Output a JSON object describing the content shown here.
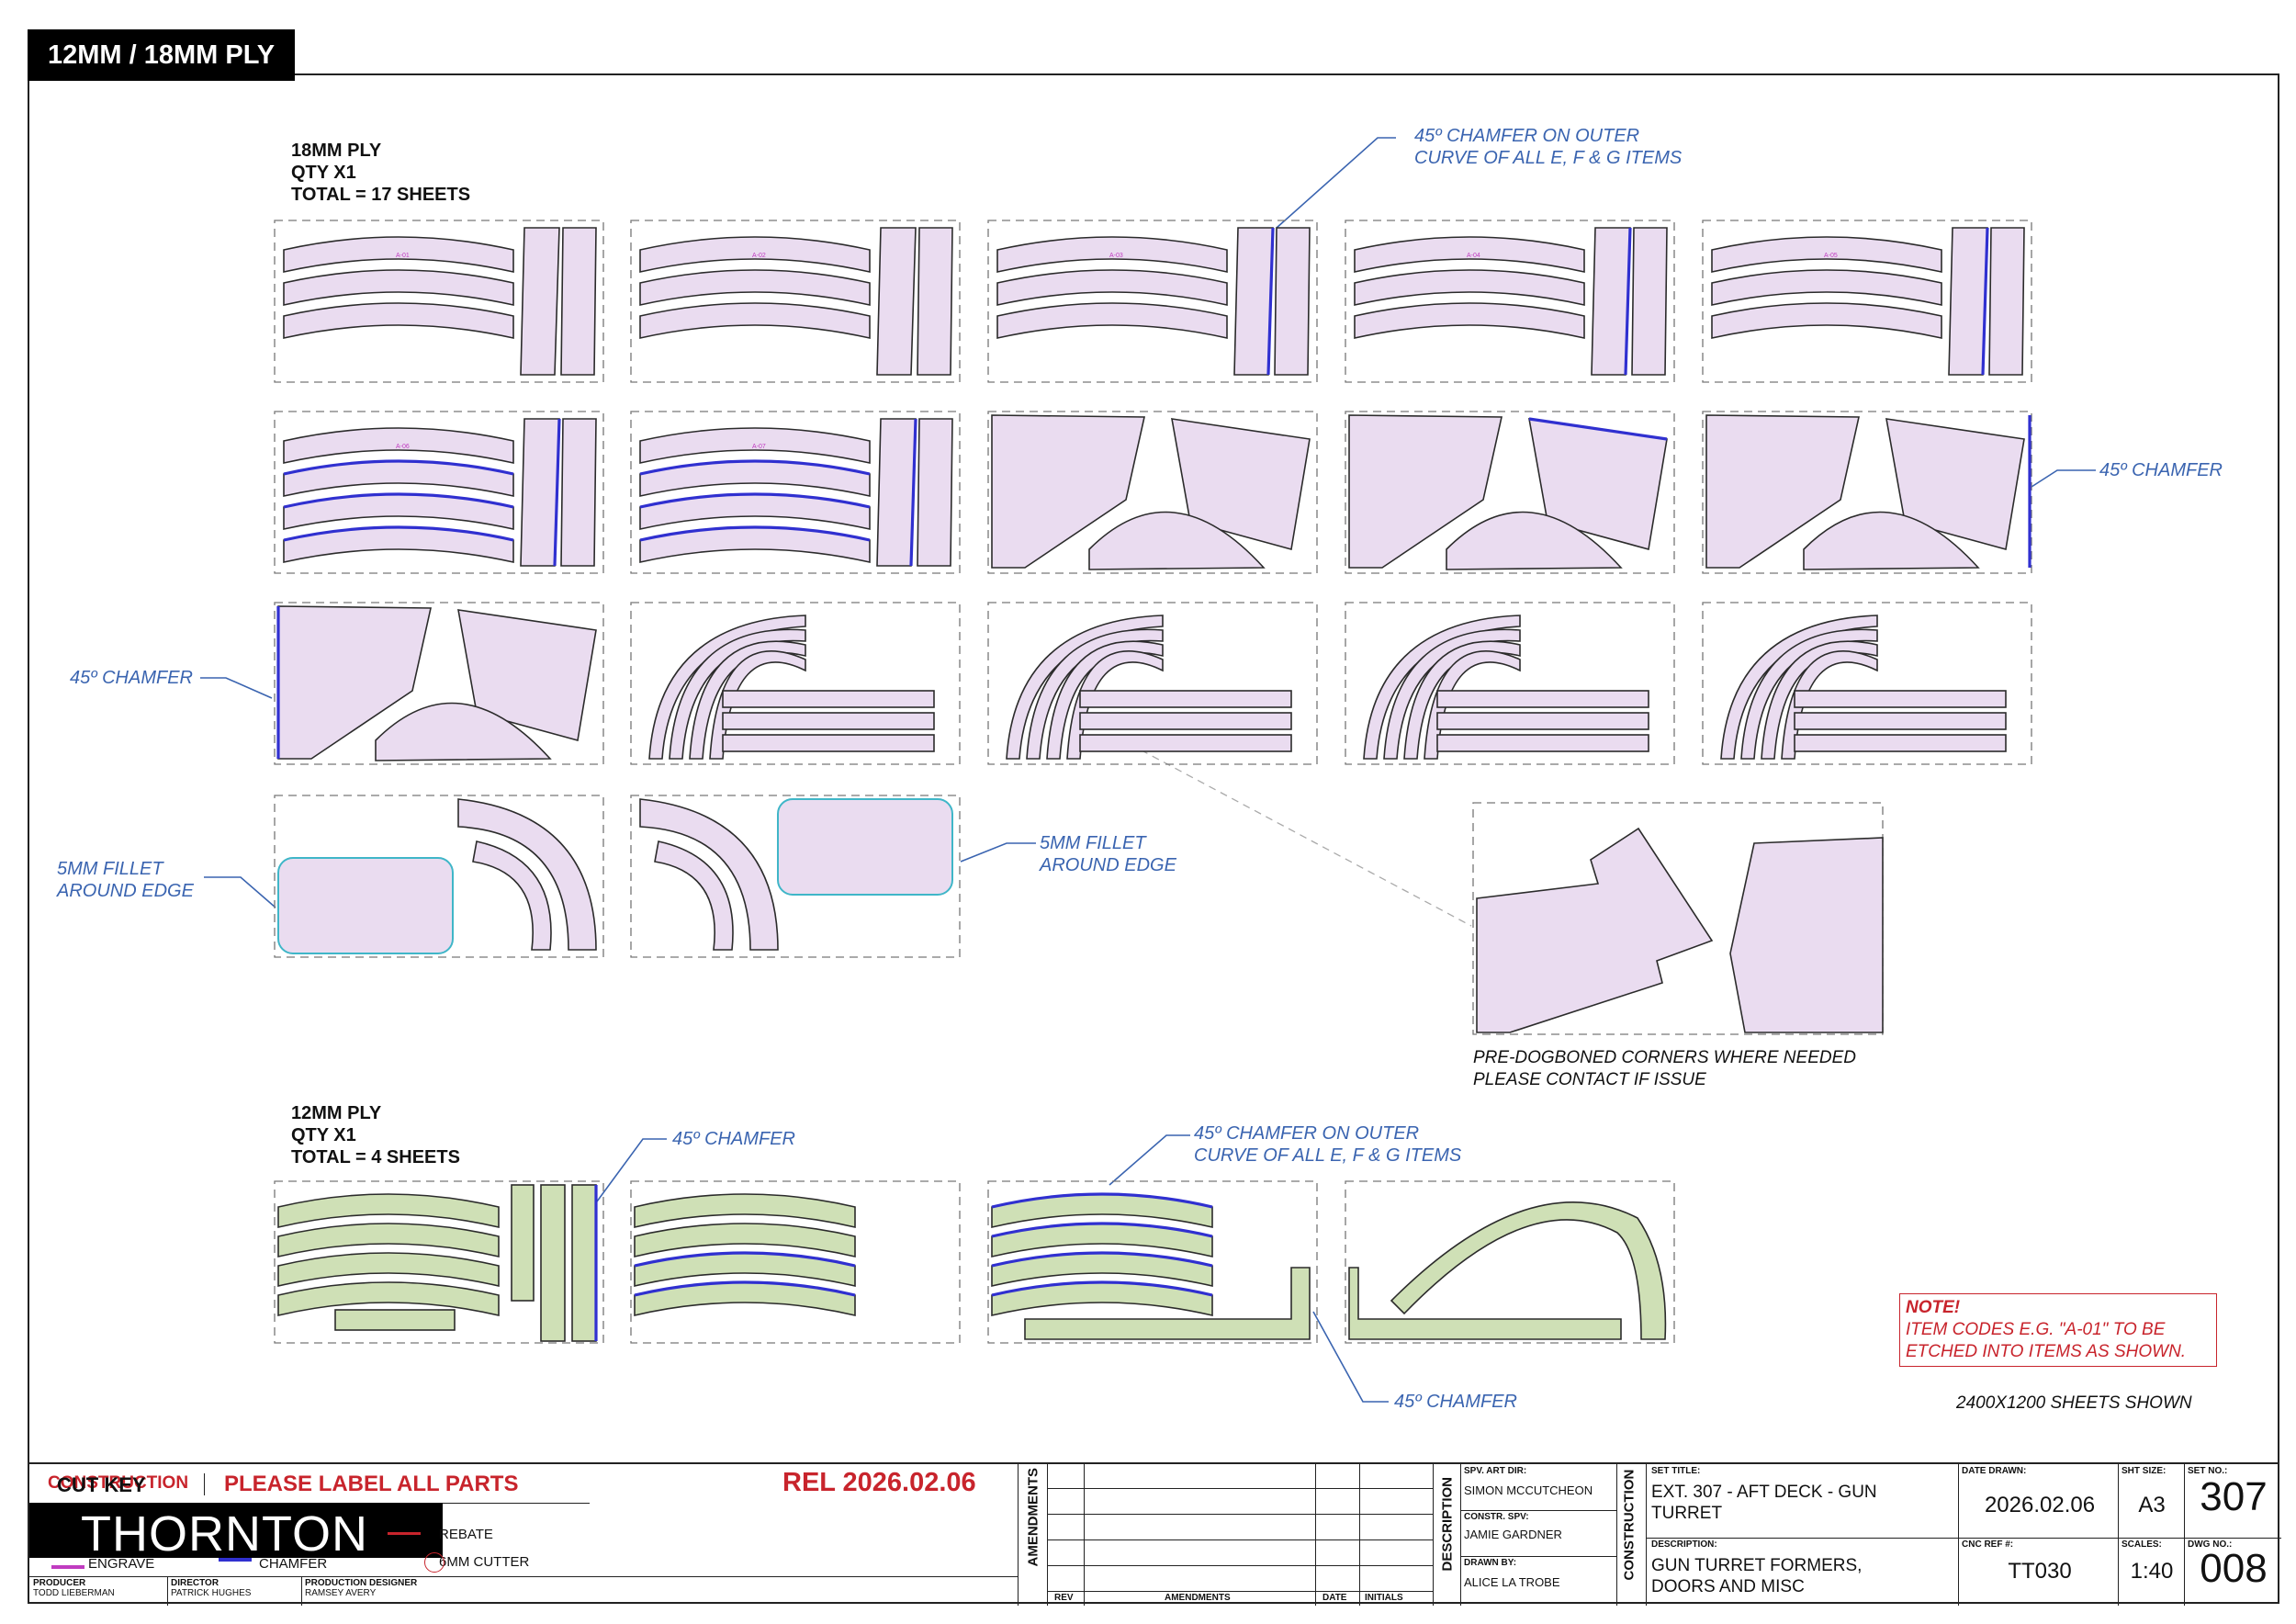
{
  "page_tab": "12MM / 18MM PLY",
  "section_18": {
    "lines": [
      "18MM PLY",
      "QTY X1",
      "TOTAL = 17 SHEETS"
    ]
  },
  "section_12": {
    "lines": [
      "12MM PLY",
      "QTY X1",
      "TOTAL = 4 SHEETS"
    ]
  },
  "notes": {
    "chamfer_outer_top": [
      "45º CHAMFER ON OUTER",
      "CURVE OF ALL E, F & G ITEMS"
    ],
    "chamfer_right": "45º CHAMFER",
    "chamfer_left": "45º CHAMFER",
    "fillet_left": [
      "5MM FILLET",
      "AROUND EDGE"
    ],
    "fillet_mid": [
      "5MM FILLET",
      "AROUND EDGE"
    ],
    "dogbone": [
      "PRE-DOGBONED CORNERS WHERE NEEDED",
      "PLEASE CONTACT IF ISSUE"
    ],
    "chamfer_12_top": "45º CHAMFER",
    "chamfer_outer_12": [
      "45º CHAMFER ON OUTER",
      "CURVE OF ALL E, F & G ITEMS"
    ],
    "chamfer_12_bottom": "45º CHAMFER",
    "red_note": {
      "title": "NOTE!",
      "lines": [
        "ITEM CODES E.G. \"A-01\" TO BE",
        "ETCHED INTO ITEMS AS SHOWN."
      ]
    },
    "sheets_shown": "2400X1200 SHEETS SHOWN"
  },
  "colors": {
    "ply18": "#eadcf0",
    "ply12": "#cfe0b6",
    "chamfer": "#3030d0",
    "note_blue": "#3a64b0",
    "note_red": "#c8242c",
    "fillet": "#3fb6c8"
  },
  "title_block": {
    "construction_label": "CONSTRUCTION",
    "label_all_parts": "PLEASE LABEL ALL PARTS",
    "cut_key": "CUT KEY",
    "logo": "THORNTON",
    "key_items": [
      "REBATE",
      "ENGRAVE",
      "CHAMFER",
      "6MM CUTTER"
    ],
    "release": "REL  2026.02.06",
    "credits": [
      {
        "label": "PRODUCER",
        "name": "TODD LIEBERMAN"
      },
      {
        "label": "DIRECTOR",
        "name": "PATRICK HUGHES"
      },
      {
        "label": "PRODUCTION DESIGNER",
        "name": "RAMSEY AVERY"
      }
    ],
    "amendments_label": "AMENDMENTS",
    "amend_cols": [
      "REV",
      "AMENDMENTS",
      "DATE",
      "INITIALS"
    ],
    "description_label": "DESCRIPTION",
    "spv_art_dir_label": "SPV. ART DIR:",
    "spv_art_dir": "SIMON MCCUTCHEON",
    "constr_spv_label": "CONSTR. SPV:",
    "constr_spv": "JAMIE GARDNER",
    "drawn_by_label": "DRAWN BY:",
    "drawn_by": "ALICE LA TROBE",
    "construction_vert": "CONSTRUCTION",
    "set_title_label": "SET TITLE:",
    "set_title": [
      "EXT. 307 - AFT DECK - GUN",
      "TURRET"
    ],
    "description_field_label": "DESCRIPTION:",
    "description": [
      "GUN TURRET FORMERS,",
      "DOORS AND MISC"
    ],
    "date_drawn_label": "DATE DRAWN:",
    "date_drawn": "2026.02.06",
    "cnc_ref_label": "CNC REF #:",
    "cnc_ref": "TT030",
    "sht_size_label": "SHT SIZE:",
    "sht_size": "A3",
    "scales_label": "SCALES:",
    "scale": "1:40",
    "set_no_label": "SET NO.:",
    "set_no": "307",
    "dwg_no_label": "DWG NO.:",
    "dwg_no": "008"
  }
}
